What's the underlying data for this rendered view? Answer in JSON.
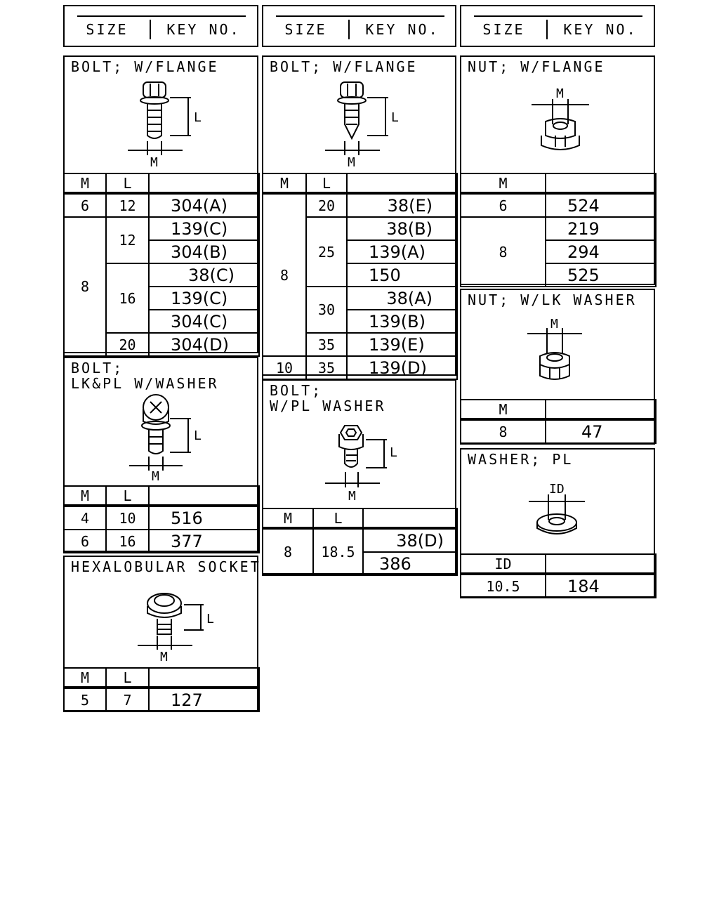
{
  "header": {
    "size": "SIZE",
    "key_no": "KEY NO."
  },
  "bolt_flange": {
    "title": "BOLT; W/FLANGE",
    "col_m": "M",
    "col_l": "L",
    "rows": [
      [
        "6",
        "12",
        "304(A)"
      ],
      [
        "8",
        "12",
        "139(C)"
      ],
      [
        "",
        "",
        "304(B)"
      ],
      [
        "",
        "16",
        "38(C)"
      ],
      [
        "",
        "",
        "139(C)"
      ],
      [
        "",
        "",
        "304(C)"
      ],
      [
        "",
        "20",
        "304(D)"
      ]
    ]
  },
  "bolt_lkpl": {
    "title1": "BOLT;",
    "title2": "LK&PL W/WASHER",
    "col_m": "M",
    "col_l": "L",
    "rows": [
      [
        "4",
        "10",
        "516"
      ],
      [
        "6",
        "16",
        "377"
      ]
    ]
  },
  "hexalobular": {
    "title": "HEXALOBULAR SOCKET",
    "col_m": "M",
    "col_l": "L",
    "rows": [
      [
        "5",
        "7",
        "127"
      ]
    ]
  },
  "bolt_flange2": {
    "title": "BOLT; W/FLANGE",
    "col_m": "M",
    "col_l": "L",
    "m8": "8",
    "l20": "20",
    "k20": "38(E)",
    "l25": "25",
    "k25a": "38(B)",
    "k25b": "139(A)",
    "k25c": "150",
    "l30": "30",
    "k30a": "38(A)",
    "k30b": "139(B)",
    "l35": "35",
    "k35": "139(E)",
    "m10": "10",
    "l10": "35",
    "k10": "139(D)"
  },
  "bolt_plwasher": {
    "title1": "BOLT;",
    "title2": "W/PL WASHER",
    "col_m": "M",
    "col_l": "L",
    "m": "8",
    "l": "18.5",
    "k1": "38(D)",
    "k2": "386"
  },
  "nut_flange": {
    "title": "NUT; W/FLANGE",
    "col_m": "M",
    "m6": "6",
    "k6": "524",
    "m8": "8",
    "k8a": "219",
    "k8b": "294",
    "k8c": "525"
  },
  "nut_lk": {
    "title": "NUT; W/LK WASHER",
    "col_m": "M",
    "m": "8",
    "k": "47"
  },
  "washer_pl": {
    "title": "WASHER; PL",
    "col_id": "ID",
    "id": "10.5",
    "k": "184"
  },
  "dims": {
    "m": "M",
    "l": "L",
    "id": "ID"
  }
}
